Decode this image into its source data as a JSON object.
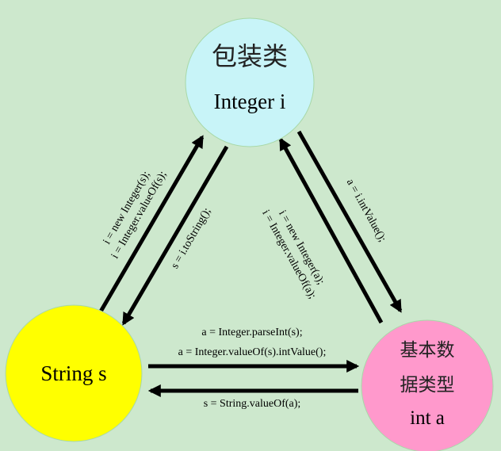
{
  "colors": {
    "background": "#cde8cd",
    "wrapper": "#c8f4f8",
    "string": "#ffff00",
    "primitive": "#ff99cc",
    "arrow": "#000000"
  },
  "nodes": {
    "wrapper": {
      "title": "包装类",
      "subtitle": "Integer i"
    },
    "string": {
      "title": "String s"
    },
    "primitive": {
      "line1": "基本数",
      "line2": "据类型",
      "subtitle": "int a"
    }
  },
  "edges": {
    "string_to_primitive": [
      "a = Integer.parseInt(s);",
      "a = Integer.valueOf(s).intValue();"
    ],
    "primitive_to_string": [
      "s = String.valueOf(a);"
    ],
    "string_to_wrapper": [
      "i = new Integer(s);",
      "i = Integer.valueOf(s);"
    ],
    "wrapper_to_string": [
      "s = i.toString();"
    ],
    "wrapper_to_primitive": [
      "a = i.intValue();"
    ],
    "primitive_to_wrapper": [
      "i = new Integer(a);",
      "i = Integer.valueOf(a);"
    ]
  }
}
